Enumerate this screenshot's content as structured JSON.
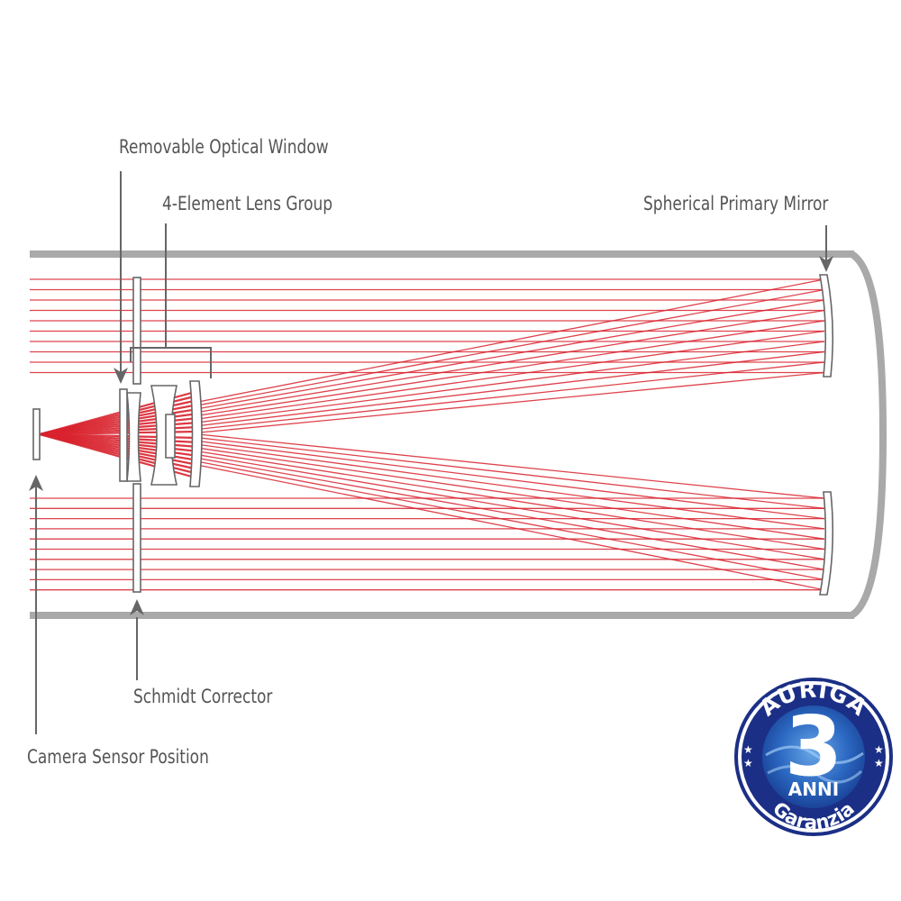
{
  "labels": {
    "window": "Removable Optical Window",
    "lens_group": "4-Element Lens Group",
    "primary_mirror": "Spherical Primary Mirror",
    "corrector": "Schmidt Corrector",
    "sensor": "Camera Sensor Position"
  },
  "badge": {
    "brand": "AURIGA",
    "number": "3",
    "unit": "ANNI",
    "caption": "Garanzia"
  },
  "colors": {
    "tube": "#a9a9a9",
    "outline": "#666666",
    "ray": "#d9232e",
    "label": "#555555",
    "badge_ring": "#1b2f86",
    "badge_inner": "#2b6cc4"
  }
}
